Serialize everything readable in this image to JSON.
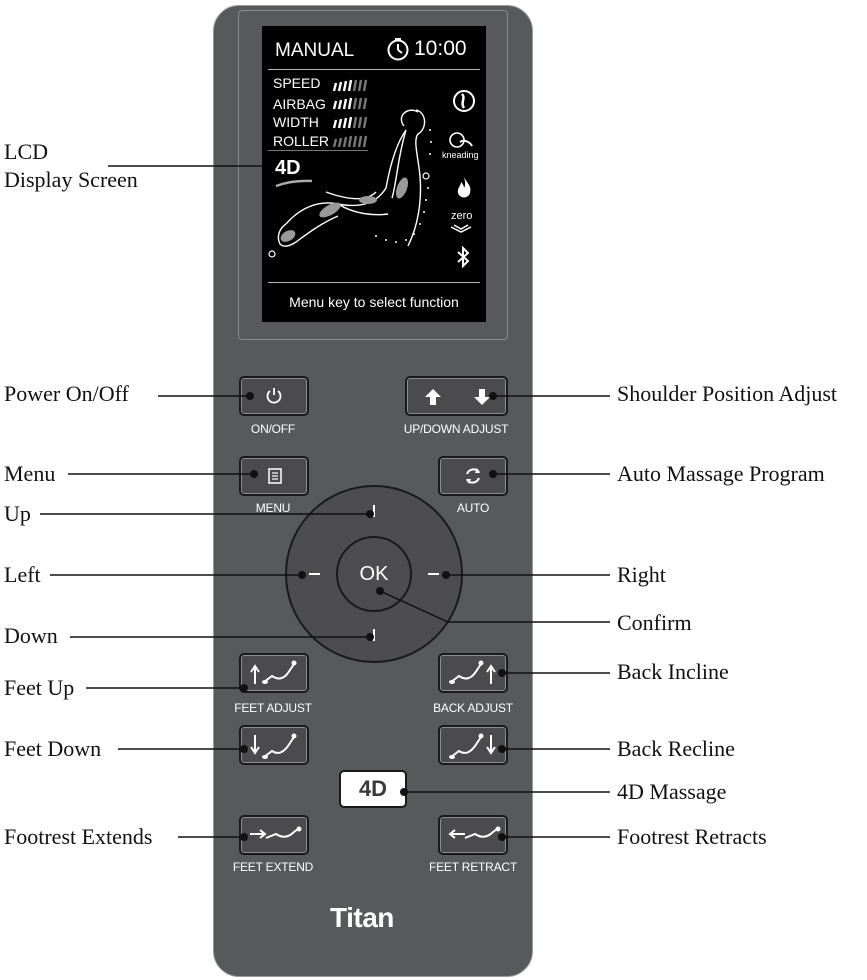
{
  "callouts": {
    "lcd_line1": "LCD",
    "lcd_line2": "Display Screen",
    "power": "Power On/Off",
    "shoulder": "Shoulder Position Adjust",
    "menu": "Menu",
    "auto": "Auto Massage Program",
    "up": "Up",
    "left": "Left",
    "right": "Right",
    "confirm": "Confirm",
    "down": "Down",
    "feet_up": "Feet Up",
    "back_incline": "Back Incline",
    "feet_down": "Feet Down",
    "back_recline": "Back Recline",
    "massage_4d": "4D Massage",
    "footrest_extends": "Footrest Extends",
    "footrest_retracts": "Footrest Retracts"
  },
  "screen": {
    "mode": "MANUAL",
    "time": "10:00",
    "speed": "SPEED",
    "airbag": "AIRBAG",
    "width": "WIDTH",
    "roller": "ROLLER",
    "badge": "4D",
    "kneading": "kneading",
    "zero": "zero",
    "footer": "Menu key to select function"
  },
  "buttons": {
    "onoff": "ON/OFF",
    "updown": "UP/DOWN ADJUST",
    "menu": "MENU",
    "auto": "AUTO",
    "ok": "OK",
    "feet_adjust": "FEET ADJUST",
    "back_adjust": "BACK ADJUST",
    "fourd": "4D",
    "feet_extend": "FEET EXTEND",
    "feet_retract": "FEET RETRACT"
  },
  "brand": "Titan",
  "colors": {
    "remote_body": "#58595b",
    "lcd_background": "#000000",
    "button_face": "#4b4b4d",
    "fourd_button": "#ffffff"
  }
}
